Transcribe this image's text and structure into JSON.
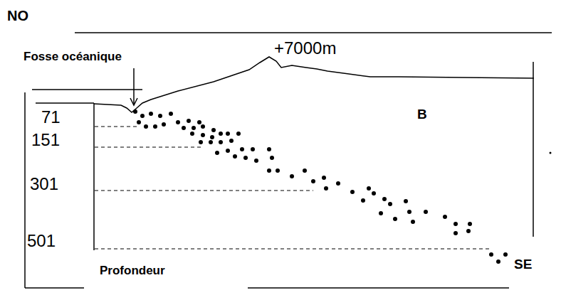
{
  "diagram": {
    "labels": [
      "NO",
      "Fosse océanique",
      "+7000m",
      "71",
      "151",
      "301",
      "501",
      "B",
      "Profondeur",
      "SE"
    ]
  }
}
